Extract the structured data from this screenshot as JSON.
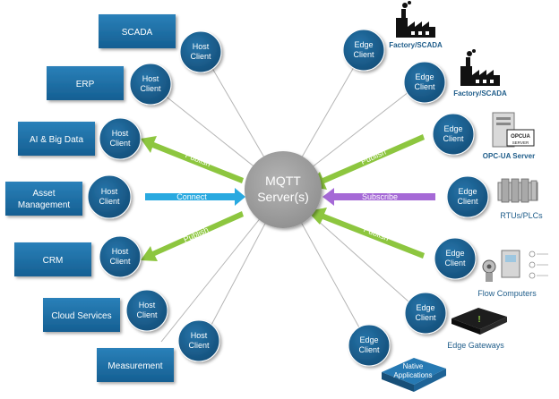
{
  "server": {
    "line1": "MQTT",
    "line2": "Server(s)"
  },
  "systems": [
    {
      "line1": "SCADA",
      "line2": ""
    },
    {
      "line1": "ERP",
      "line2": ""
    },
    {
      "line1": "AI & Big Data",
      "line2": ""
    },
    {
      "line1": "Asset",
      "line2": "Management"
    },
    {
      "line1": "CRM",
      "line2": ""
    },
    {
      "line1": "Cloud Services",
      "line2": ""
    },
    {
      "line1": "Measurement",
      "line2": ""
    }
  ],
  "host_client": {
    "line1": "Host",
    "line2": "Client"
  },
  "edge_client": {
    "line1": "Edge",
    "line2": "Client"
  },
  "arrows": {
    "publish": "Publish",
    "connect": "Connect",
    "subscribe": "Subscribe"
  },
  "devices": [
    {
      "label": "Factory/SCADA",
      "icon": "factory-icon"
    },
    {
      "label": "Factory/SCADA",
      "icon": "factory-icon"
    },
    {
      "label": "OPC-UA Server",
      "icon": "opcua-server-icon",
      "badge_line1": "OPCUA",
      "badge_line2": "SERVER"
    },
    {
      "label": "RTUs/PLCs",
      "icon": "plc-icon"
    },
    {
      "label": "Flow Computers",
      "icon": "flow-computer-icon"
    },
    {
      "label": "Edge Gateways",
      "icon": "edge-gateway-icon"
    },
    {
      "label": "",
      "icon": "native-app-icon",
      "line1": "Native",
      "line2": "Applications"
    }
  ],
  "colors": {
    "box": "#1f6fa3",
    "circle": "#1a5d8c",
    "server": "#9e9e9e",
    "green_arrow": "#8dc63f",
    "connect_arrow": "#29a9e0",
    "subscribe_arrow": "#a569d6",
    "lines": "#b5b5b5"
  }
}
